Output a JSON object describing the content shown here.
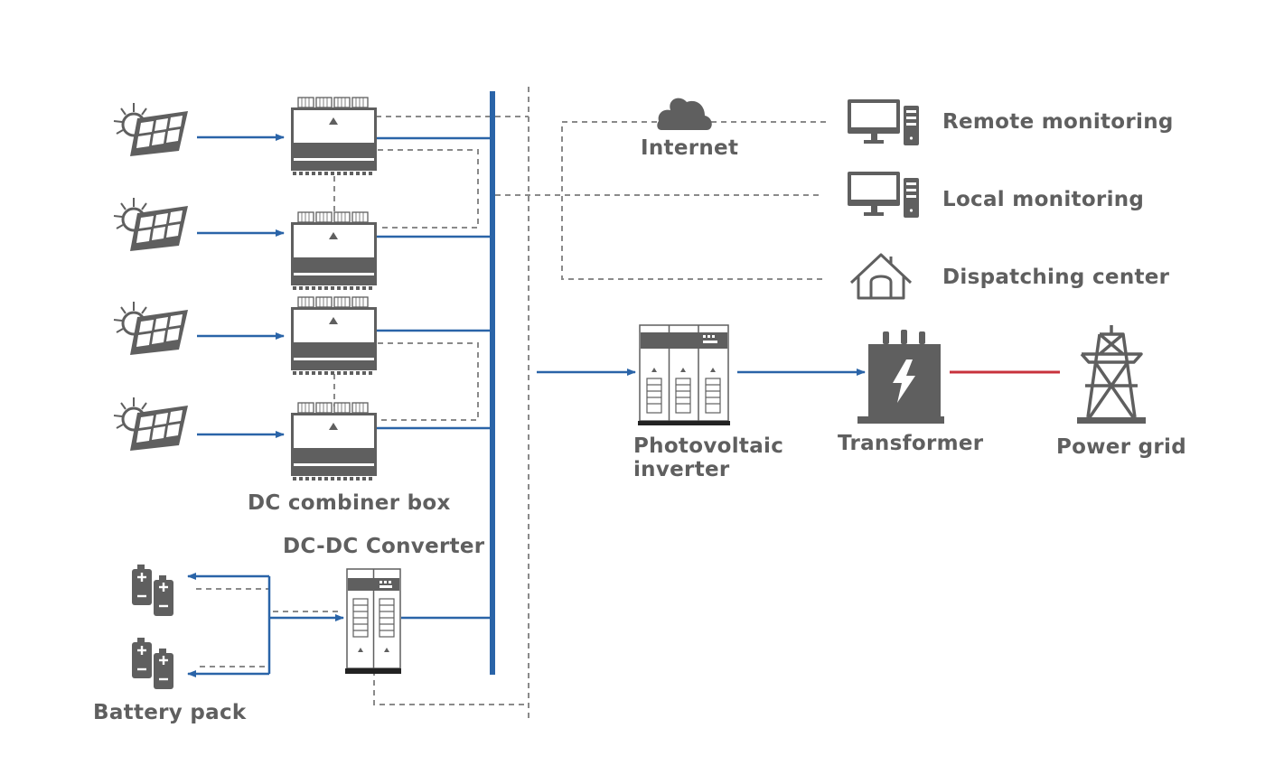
{
  "labels": {
    "combiner": "DC combiner box",
    "dcdc": "DC-DC Converter",
    "battery": "Battery pack",
    "internet": "Internet",
    "remote": "Remote monitoring",
    "local": "Local monitoring",
    "dispatch": "Dispatching center",
    "inverter_line1": "Photovoltaic",
    "inverter_line2": "inverter",
    "transformer": "Transformer",
    "grid": "Power grid"
  },
  "colors": {
    "dc_line": "#2a64a8",
    "ac_line": "#c8323c",
    "comm_line": "#8a8a8a",
    "device": "#5f5f5f",
    "text": "#5f5f5f"
  },
  "icons": [
    "solar-panel-icon",
    "combiner-box-icon",
    "battery-icon",
    "dc-dc-converter-icon",
    "cloud-icon",
    "computer-icon",
    "house-icon",
    "inverter-cabinet-icon",
    "transformer-icon",
    "transmission-tower-icon"
  ]
}
